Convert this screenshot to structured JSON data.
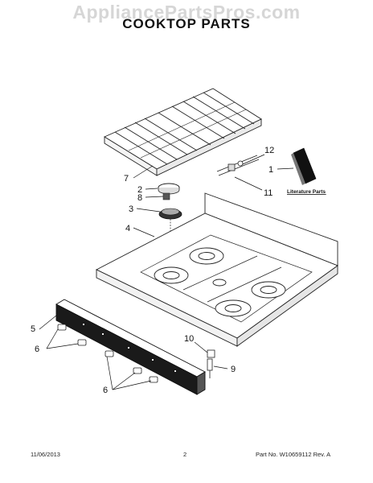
{
  "header": {
    "watermark": "AppliancePartsPros.com",
    "title": "COOKTOP PARTS"
  },
  "callouts": {
    "c1": "1",
    "c2": "2",
    "c3": "3",
    "c4": "4",
    "c5": "5",
    "c6a": "6",
    "c6b": "6",
    "c7": "7",
    "c8": "8",
    "c9": "9",
    "c10": "10",
    "c11": "11",
    "c12": "12"
  },
  "literature_label": "Literature Parts",
  "footer": {
    "date": "11/06/2013",
    "page": "2",
    "part_no": "Part No. W10659112  Rev. A"
  }
}
